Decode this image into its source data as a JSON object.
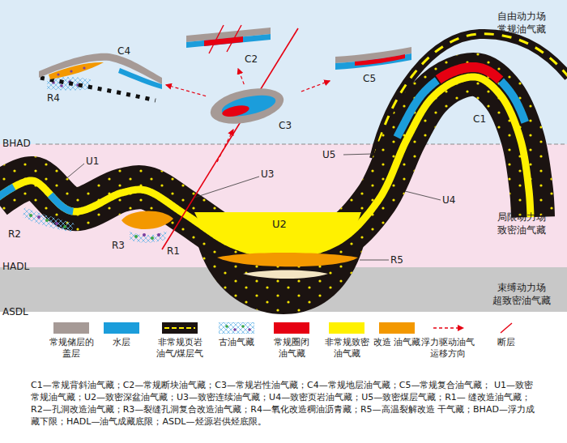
{
  "diagram": {
    "caption": "C1—常规背斜油气藏；C2—常规断块油气藏；C3—常规岩性油气藏；C4—常规地层油气藏；C5—常规复合油气藏； U1—致密常规油气藏；U2—致密深盆油气藏；U3—致密连续油气藏；U4—致密页岩油气藏；U5—致密煤层气藏；R1— 缝改造油气藏；R2—孔洞改造油气藏；R3—裂缝孔洞复合改造油气藏；R4—氧化改造稠油沥青藏；R5—高温裂解改造 干气藏；BHAD—浮力成藏下限；HADL—油气成藏底限；ASDL—烃源岩供烃底限。",
    "nodes": [
      {
        "text": [
          "自由动力场 常规油气藏"
        ]
      },
      {
        "text": [
          "C4"
        ],
        "in": 0
      },
      {
        "text": [
          "C2"
        ],
        "in": 0
      },
      {
        "text": [
          "C5"
        ],
        "in": 0
      },
      {
        "text": [
          "C3"
        ],
        "in": 0
      },
      {
        "text": [
          "局限动力场 致密油气藏"
        ]
      },
      {
        "text": [
          "束缚动力场 超致密油气藏"
        ]
      }
    ],
    "edges": [
      {
        "from": 4,
        "to": 1,
        "arrow": "to"
      },
      {
        "from": 4,
        "to": 2,
        "arrow": "to"
      },
      {
        "from": 4,
        "to": 3,
        "arrow": "to"
      }
    ],
    "labels": [
      "C1",
      "R4",
      "U1",
      "U3",
      "U2",
      "U5",
      "U4",
      "R2",
      "R3",
      "R1",
      "R5",
      "BHAD",
      "HADL",
      "ASDL"
    ],
    "legend": [
      {
        "text": "常规储层的 盖层",
        "color": "#a69a96"
      },
      {
        "text": "水层",
        "color": "#1b9ddb"
      },
      {
        "text": "非常规页岩 油气/煤层气"
      },
      {
        "text": "古油气藏"
      },
      {
        "text": "常规圈闭 油气藏",
        "color": "#e60012"
      },
      {
        "text": "非常规致密 油气藏",
        "color": "#fff100"
      },
      {
        "text": "改造 油气藏",
        "color": "#f39800"
      },
      {
        "text": "浮力驱动油气 运移方向"
      },
      {
        "text": "断层"
      }
    ]
  }
}
